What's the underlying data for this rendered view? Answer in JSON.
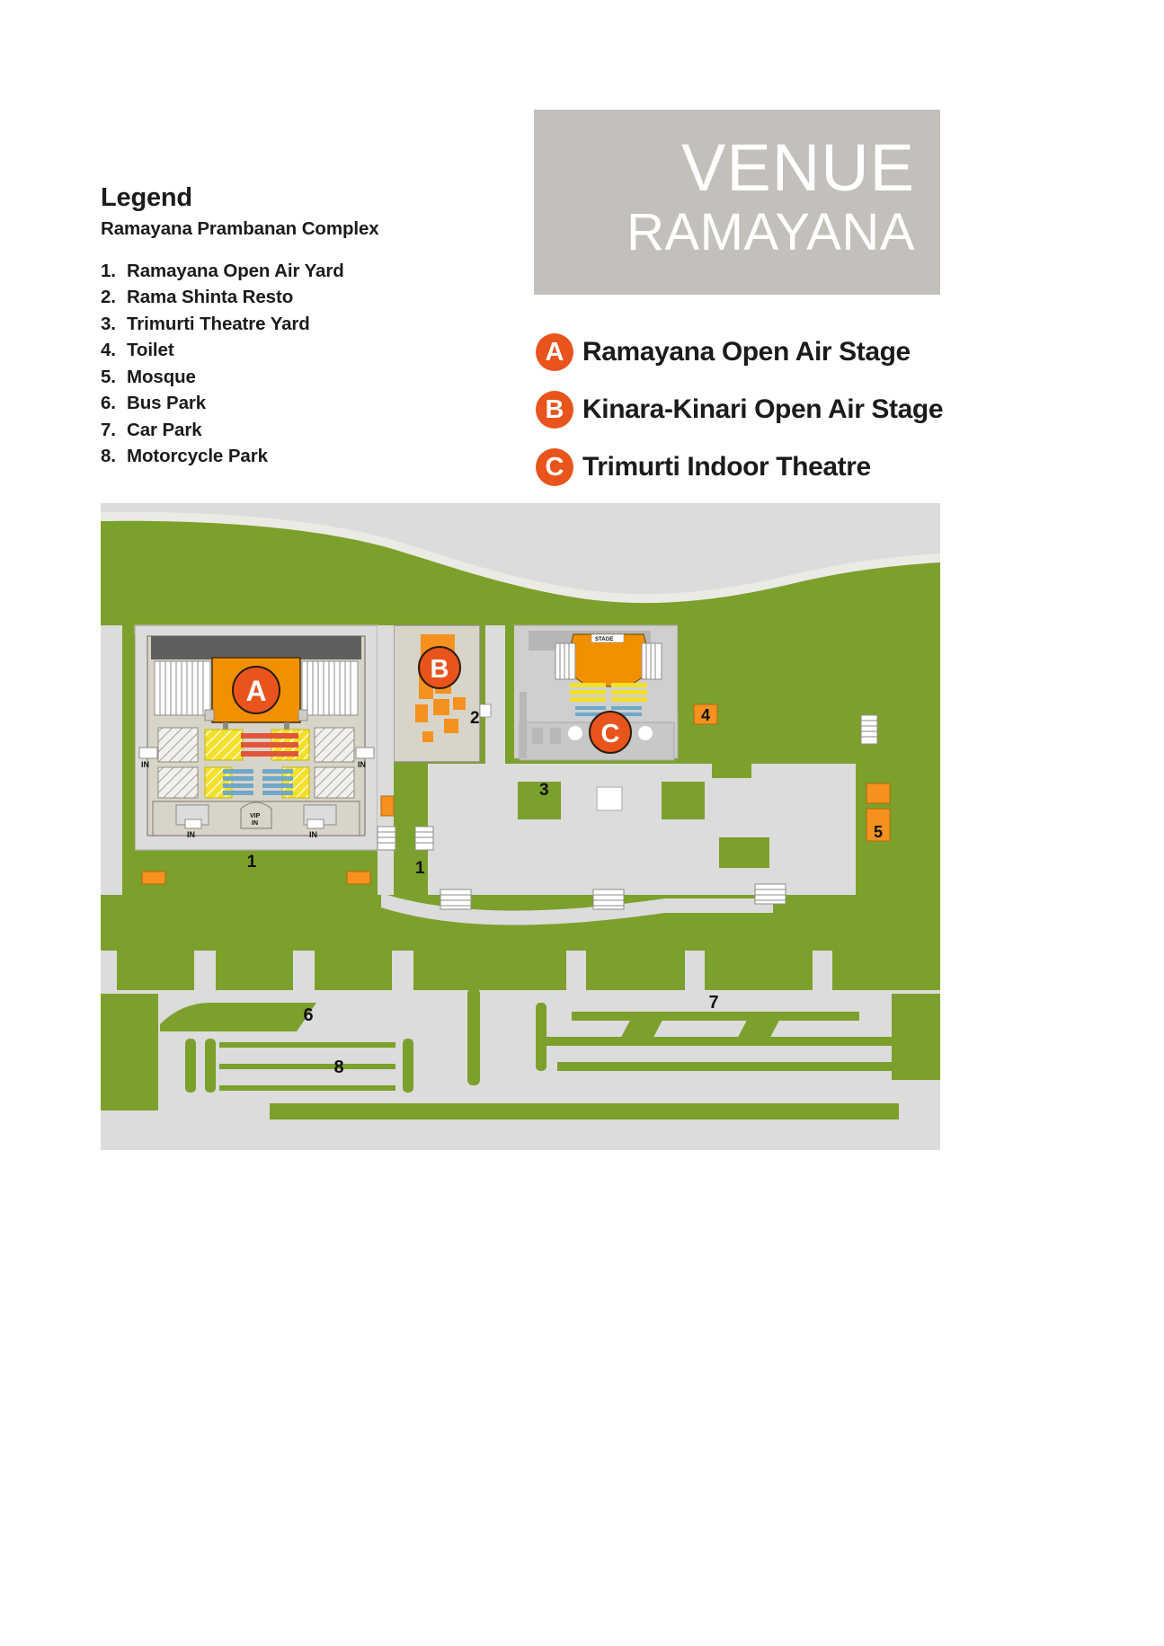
{
  "legend": {
    "title": "Legend",
    "subtitle": "Ramayana Prambanan Complex",
    "items": [
      {
        "num": "1.",
        "label": "Ramayana Open Air Yard"
      },
      {
        "num": "2.",
        "label": "Rama Shinta Resto"
      },
      {
        "num": "3.",
        "label": "Trimurti Theatre Yard"
      },
      {
        "num": "4.",
        "label": "Toilet"
      },
      {
        "num": "5.",
        "label": "Mosque"
      },
      {
        "num": "6.",
        "label": "Bus Park"
      },
      {
        "num": "7.",
        "label": "Car Park"
      },
      {
        "num": "8.",
        "label": "Motorcycle Park"
      }
    ]
  },
  "header": {
    "line1": "VENUE",
    "line2": "RAMAYANA",
    "background_color": "#c3bfba",
    "text_color": "#ffffff"
  },
  "stage_key": {
    "badge_color": "#e8541c",
    "items": [
      {
        "badge": "A",
        "label": "Ramayana Open Air Stage"
      },
      {
        "badge": "B",
        "label": "Kinara-Kinari Open Air Stage"
      },
      {
        "badge": "C",
        "label": "Trimurti Indoor Theatre"
      }
    ]
  },
  "map": {
    "colors": {
      "grass": "#7ca02c",
      "pavement": "#dcdcdc",
      "building_fill": "#d8d4c8",
      "roof_dark": "#5f5f5f",
      "orange_stage": "#f29100",
      "orange_block": "#f5911e",
      "badge": "#e8541c",
      "seat_red": "#e3553a",
      "seat_blue": "#6fa8c8",
      "seat_yellow": "#f2e02b",
      "outline": "#9a9a9a"
    },
    "number_labels": [
      {
        "id": "1",
        "text": "1"
      },
      {
        "id": "1b",
        "text": "1"
      },
      {
        "id": "2",
        "text": "2"
      },
      {
        "id": "3",
        "text": "3"
      },
      {
        "id": "4",
        "text": "4"
      },
      {
        "id": "5",
        "text": "5"
      },
      {
        "id": "6",
        "text": "6"
      },
      {
        "id": "7",
        "text": "7"
      },
      {
        "id": "8",
        "text": "8"
      }
    ],
    "badges": [
      {
        "letter": "A"
      },
      {
        "letter": "B"
      },
      {
        "letter": "C"
      }
    ],
    "entrance_labels": [
      {
        "id": "in-left",
        "text": "IN"
      },
      {
        "id": "in-right",
        "text": "IN"
      },
      {
        "id": "in-bottom-left",
        "text": "IN"
      },
      {
        "id": "in-bottom-right",
        "text": "IN"
      },
      {
        "id": "vip-in",
        "text": "VIP"
      },
      {
        "id": "vip-in-2",
        "text": "IN"
      }
    ],
    "stage_label": {
      "text": "STAGE"
    }
  }
}
